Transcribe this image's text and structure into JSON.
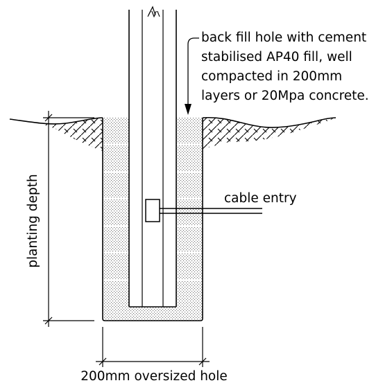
{
  "annotations": {
    "backfill_line_1": "back fill hole with cement",
    "backfill_line_2": "stabilised AP40 fill, well",
    "backfill_line_3": "compacted in 200mm",
    "backfill_line_4": "layers or 20Mpa concrete.",
    "cable_entry": "cable entry",
    "planting_depth": "planting depth",
    "oversized_hole": "200mm oversized hole"
  },
  "colors": {
    "line": "#000000",
    "background": "#ffffff",
    "fill_stipple": "#6b6b6b"
  }
}
